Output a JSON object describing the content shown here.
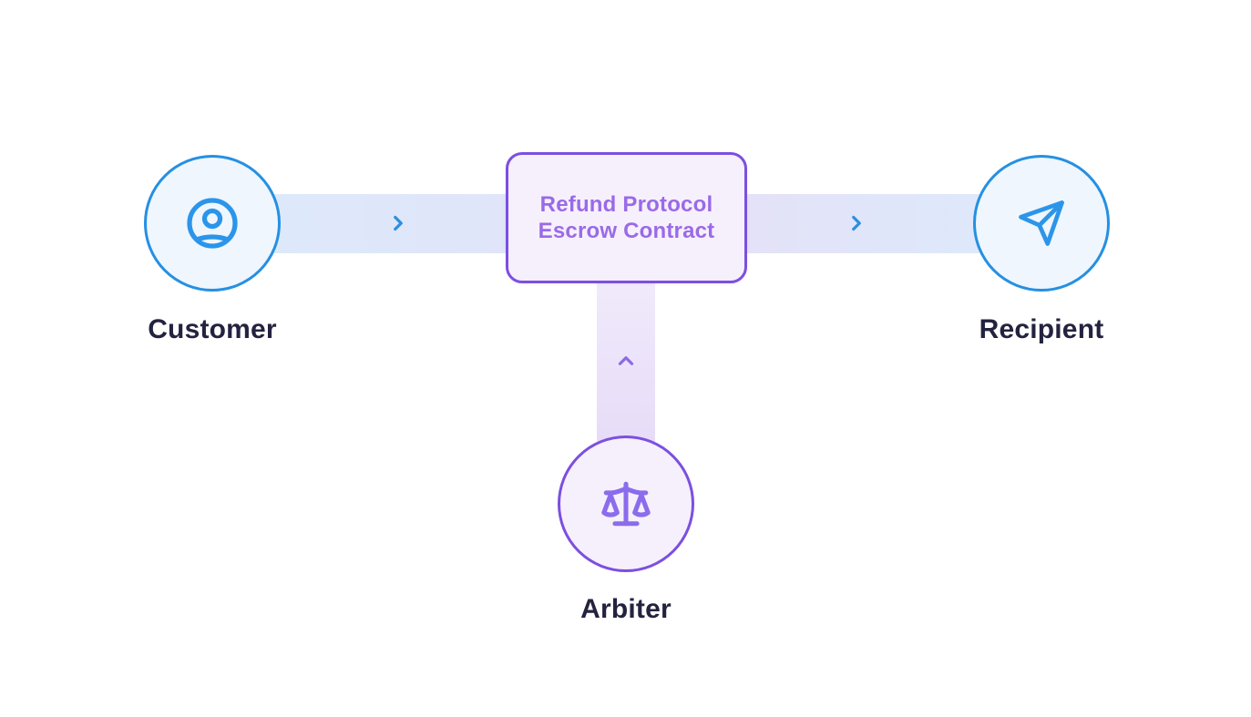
{
  "diagram": {
    "type": "flow",
    "description": "Refund protocol escrow flow diagram",
    "nodes": {
      "customer": {
        "label": "Customer",
        "icon": "user-circle-icon",
        "accent": "#2590e2"
      },
      "escrow": {
        "label_line1": "Refund Protocol",
        "label_line2": "Escrow Contract",
        "accent": "#7c4fe0"
      },
      "recipient": {
        "label": "Recipient",
        "icon": "send-icon",
        "accent": "#2590e2"
      },
      "arbiter": {
        "label": "Arbiter",
        "icon": "scale-icon",
        "accent": "#7c4fe0"
      }
    },
    "edges": [
      {
        "from": "customer",
        "to": "escrow",
        "direction": "right",
        "arrow": "chevron-right"
      },
      {
        "from": "escrow",
        "to": "recipient",
        "direction": "right",
        "arrow": "chevron-right"
      },
      {
        "from": "arbiter",
        "to": "escrow",
        "direction": "up",
        "arrow": "chevron-up"
      }
    ],
    "colors": {
      "blue_accent": "#2590e2",
      "blue_icon": "#2b95ea",
      "purple_accent": "#7c4fe0",
      "purple_text": "#9a6ae8",
      "purple_icon": "#8b6ceb",
      "label_text": "#232340",
      "band_blue": "#dceafb",
      "band_lavender": "#e4e2f8",
      "band_vertical_top": "#f0eafb",
      "band_vertical_bottom": "#e7dcf8",
      "node_blue_fill": "#eff6fd",
      "node_purple_fill": "#f5f0fc",
      "background": "#ffffff"
    }
  }
}
